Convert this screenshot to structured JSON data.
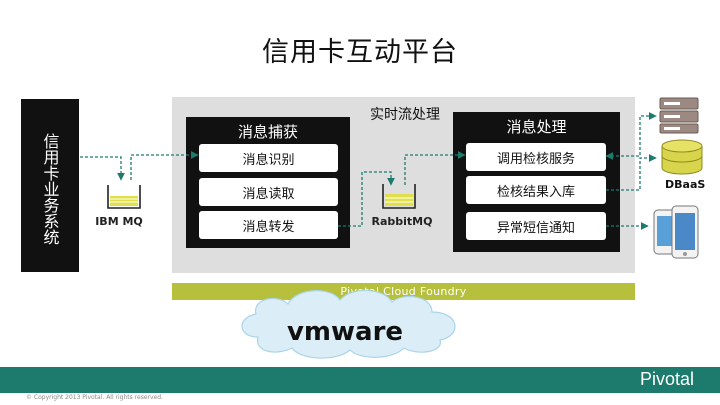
{
  "title": "信用卡互动平台",
  "source_system": "信用卡业务系统",
  "realtime_label": "实时流处理",
  "capture_panel": {
    "title": "消息捕获",
    "items": [
      "消息识别",
      "消息读取",
      "消息转发"
    ]
  },
  "process_panel": {
    "title": "消息处理",
    "items": [
      "调用检核服务",
      "检核结果入库",
      "异常短信通知"
    ]
  },
  "queues": {
    "ibm": "IBM MQ",
    "rabbit": "RabbitMQ"
  },
  "dbaas_label": "DBaaS",
  "pcf_bar": "Pivotal Cloud Foundry",
  "vmware_logo": "vmware",
  "footer_logo": "Pivotal",
  "copyright": "© Copyright 2013 Pivotal. All rights reserved.",
  "colors": {
    "teal": "#1c7b6d",
    "olive": "#b6c03c",
    "queue_fill": "#e2e04a",
    "db_fill": "#d8d44c"
  }
}
